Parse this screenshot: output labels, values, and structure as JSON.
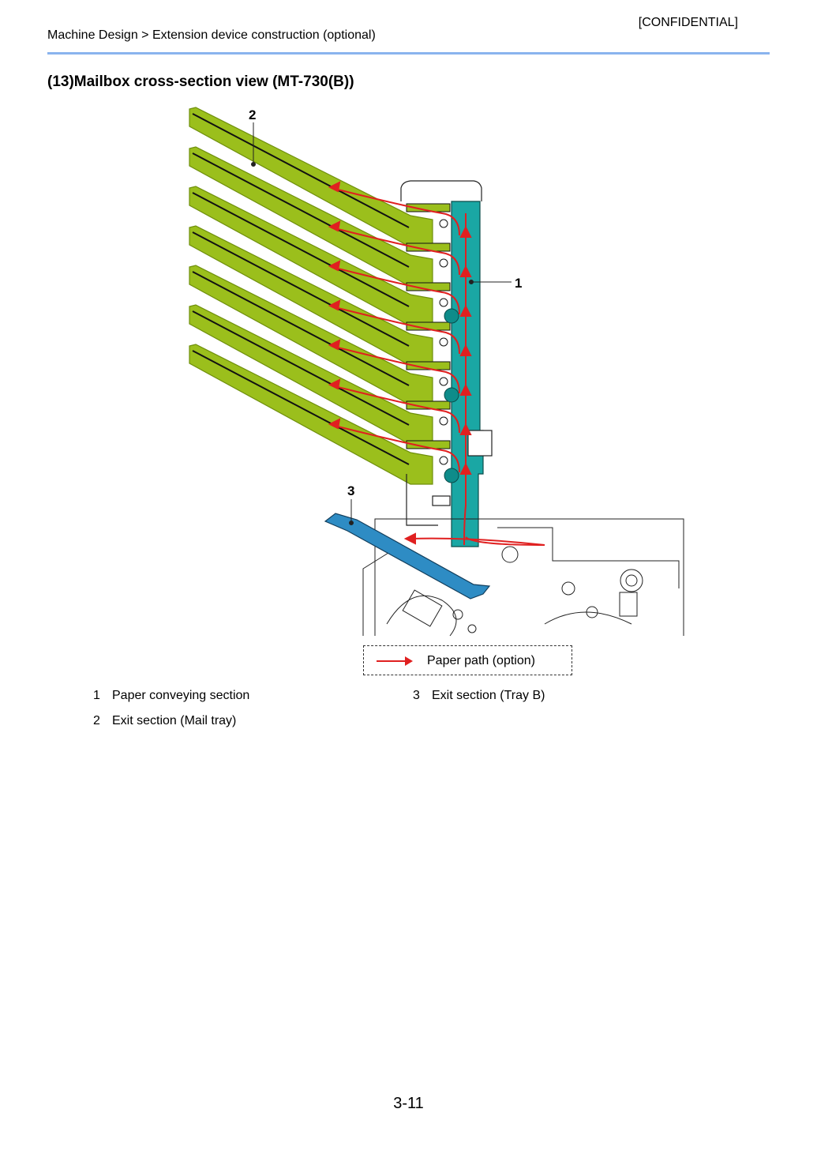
{
  "header": {
    "confidential": "[CONFIDENTIAL]",
    "breadcrumb": "Machine Design > Extension device construction (optional)"
  },
  "section_title": "(13)Mailbox cross-section view (MT-730(B))",
  "figure": {
    "callouts": [
      "1",
      "2",
      "3"
    ],
    "colors": {
      "mail_tray": "#9bbf1c",
      "mail_tray_dark": "#6f8f0c",
      "conveying_section": "#1aa7a4",
      "tray_b": "#2e8cc4",
      "paper_path": "#e02020"
    },
    "legend_label": "Paper path (option)"
  },
  "parts_list": {
    "left": [
      {
        "num": "1",
        "label": "Paper conveying section"
      },
      {
        "num": "2",
        "label": "Exit section (Mail tray)"
      }
    ],
    "right": [
      {
        "num": "3",
        "label": "Exit section (Tray B)"
      }
    ]
  },
  "page_number": "3-11"
}
